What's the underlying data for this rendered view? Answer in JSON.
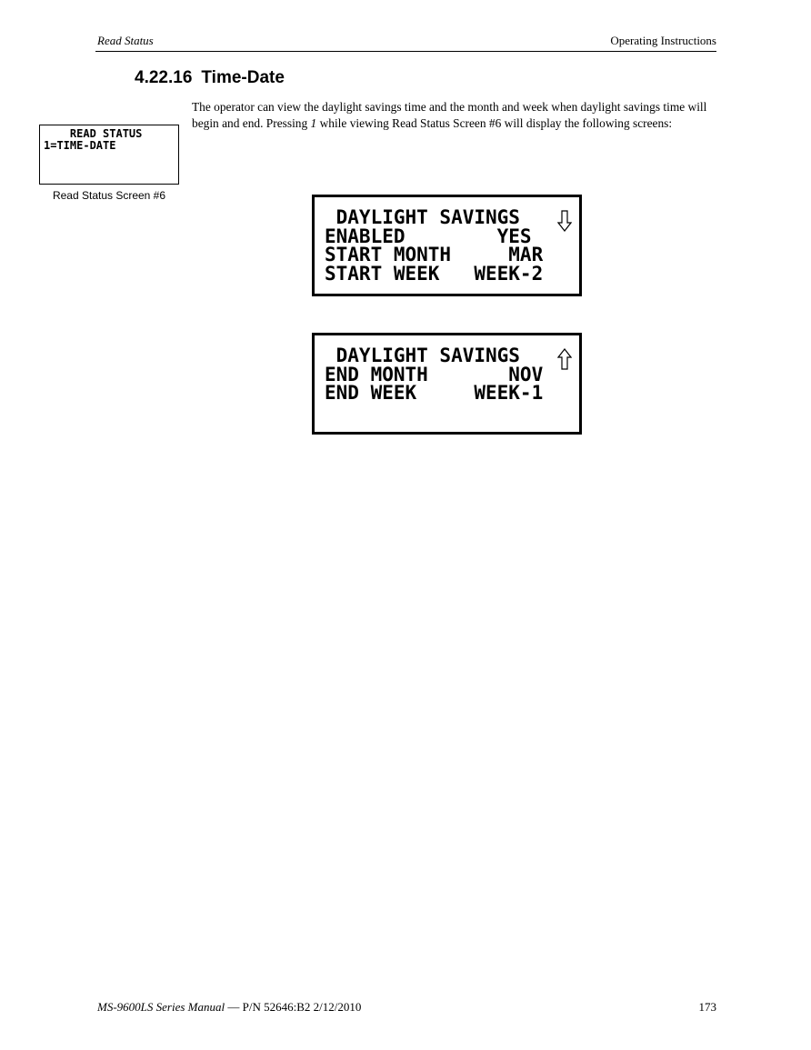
{
  "header": {
    "left": "Read Status",
    "right": "Operating Instructions"
  },
  "section": {
    "number": "4.22.16",
    "title": "Time-Date"
  },
  "paragraph": {
    "part1": "The operator can view the daylight savings time and the month and week when daylight savings time will begin and end.  Pressing ",
    "key": "1",
    "part2": " while viewing Read Status Screen #6 will display the following screens:"
  },
  "small_screen": {
    "lines": [
      "    READ STATUS",
      "1=TIME-DATE"
    ],
    "caption": "Read Status Screen #6"
  },
  "screen1": {
    "lines": [
      " DAYLIGHT SAVINGS",
      "ENABLED        YES",
      "START MONTH     MAR",
      "START WEEK   WEEK-2"
    ],
    "icon": "down-arrow-icon"
  },
  "screen2": {
    "lines": [
      " DAYLIGHT SAVINGS",
      "END MONTH       NOV",
      "END WEEK     WEEK-1",
      ""
    ],
    "icon": "up-arrow-icon"
  },
  "footer": {
    "manual": "MS-9600LS Series Manual",
    "part_number": " — P/N 52646:B2  2/12/2010",
    "page": "173"
  }
}
